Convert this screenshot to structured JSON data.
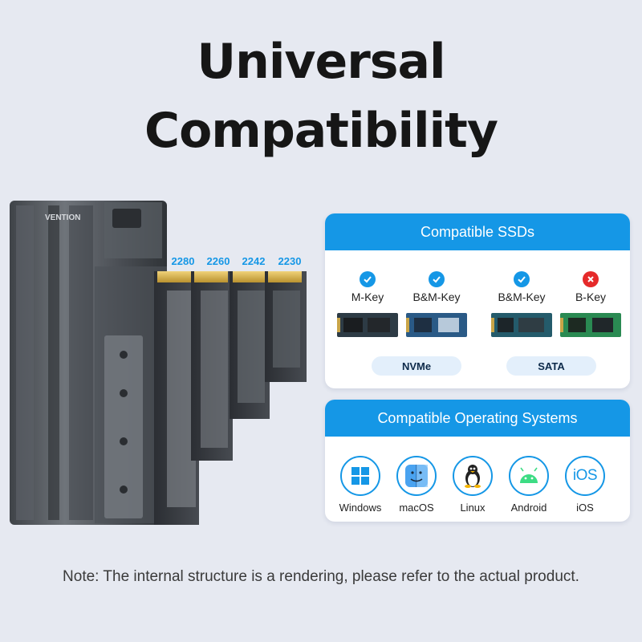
{
  "headline": {
    "line1": "Universal",
    "line2": "Compatibility"
  },
  "product": {
    "brand": "VENTION",
    "ssd_lengths": [
      "2280",
      "2260",
      "2242",
      "2230"
    ]
  },
  "ssd_panel": {
    "title": "Compatible SSDs",
    "items": [
      {
        "label": "M-Key",
        "status": "supported",
        "board_color": "#2d3b45"
      },
      {
        "label": "B&M-Key",
        "status": "supported",
        "board_color": "#2a5a86"
      },
      {
        "label": "B&M-Key",
        "status": "supported",
        "board_color": "#245b6b"
      },
      {
        "label": "B-Key",
        "status": "unsupported",
        "board_color": "#2a8a52"
      }
    ],
    "interfaces": [
      "NVMe",
      "SATA"
    ]
  },
  "os_panel": {
    "title": "Compatible Operating Systems",
    "items": [
      {
        "name": "Windows",
        "icon": "windows-icon"
      },
      {
        "name": "macOS",
        "icon": "macos-icon"
      },
      {
        "name": "Linux",
        "icon": "linux-icon"
      },
      {
        "name": "Android",
        "icon": "android-icon"
      },
      {
        "name": "iOS",
        "icon": "ios-icon",
        "icon_text": "iOS"
      }
    ]
  },
  "colors": {
    "accent": "#1597e6",
    "check": "#1597e6",
    "cross": "#e52a2a",
    "background": "#e6e9f1"
  },
  "note": "Note: The internal structure is a rendering, please refer to the actual product."
}
